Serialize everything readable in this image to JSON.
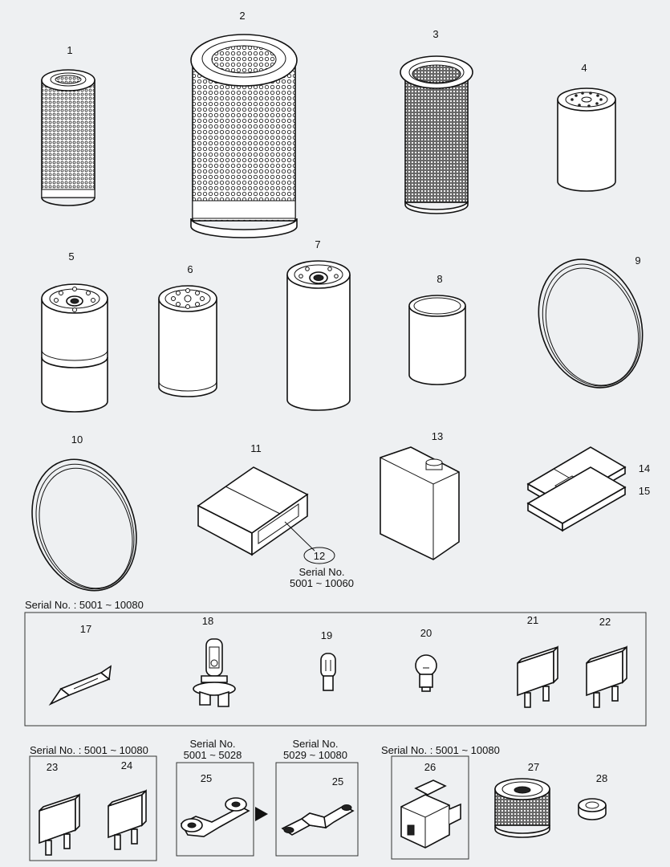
{
  "labels": {
    "p1": "1",
    "p2": "2",
    "p3": "3",
    "p4": "4",
    "p5": "5",
    "p6": "6",
    "p7": "7",
    "p8": "8",
    "p9": "9",
    "p10": "10",
    "p11": "11",
    "p12": "12",
    "p13": "13",
    "p14": "14",
    "p15": "15",
    "p17": "17",
    "p18": "18",
    "p19": "19",
    "p20": "20",
    "p21": "21",
    "p22": "22",
    "p23": "23",
    "p24": "24",
    "p25a": "25",
    "p25b": "25",
    "p26": "26",
    "p27": "27",
    "p28": "28"
  },
  "serial": {
    "p12_title": "Serial No.",
    "p12_range": "5001 ~ 10060",
    "bulbs_box": "Serial No. : 5001 ~ 10080",
    "fuses_box": "Serial No. : 5001 ~ 10080",
    "p25a_title": "Serial No.",
    "p25a_range": "5001 ~ 5028",
    "p25b_title": "Serial No.",
    "p25b_range": "5029 ~ 10080",
    "relay_box": "Serial No. : 5001 ~ 10080"
  }
}
